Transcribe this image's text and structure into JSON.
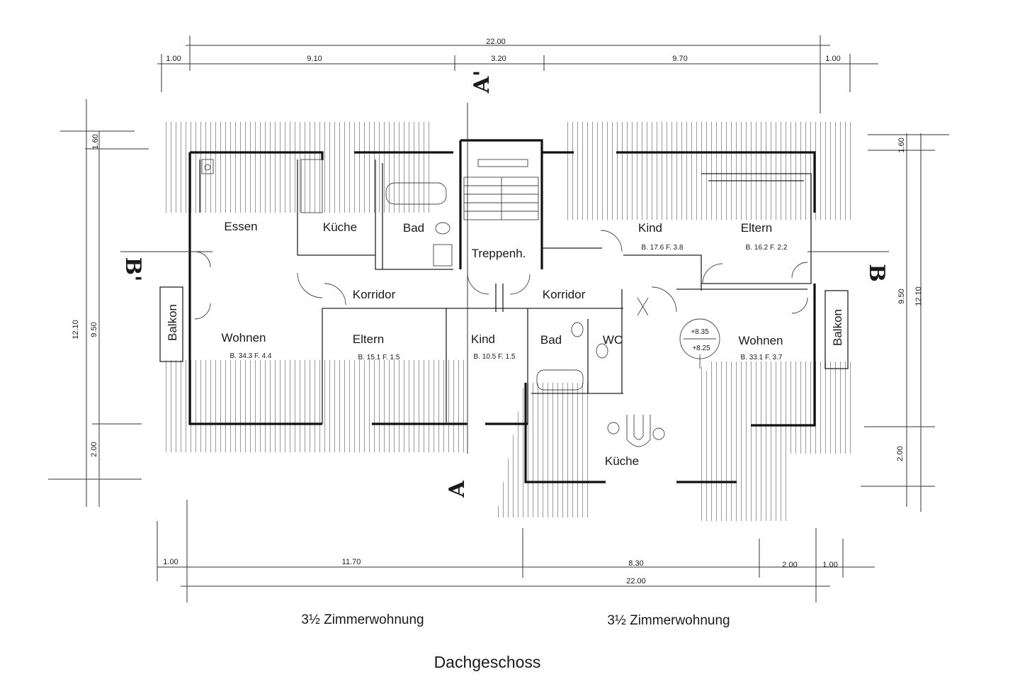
{
  "colors": {
    "ink": "#111111",
    "paper": "#ffffff",
    "hatch": "#9a9a9a"
  },
  "dimensions": {
    "top_total": "22.00",
    "top": [
      "1.00",
      "9.10",
      "3.20",
      "9.70",
      "1.00"
    ],
    "bottom_total": "22.00",
    "bottom": [
      "1.00",
      "11.70",
      "8.30",
      "2.00",
      "1.00"
    ],
    "left": [
      "1.60",
      "12.10",
      "9.50",
      "2.00"
    ],
    "right": [
      "1.60",
      "9.50",
      "12.10",
      "2.00"
    ]
  },
  "rooms": {
    "essen": "Essen",
    "kueche_left": "Küche",
    "bad_left": "Bad",
    "treppenhaus": "Treppenh.",
    "kind_right": "Kind",
    "kind_right_sub": "B. 17.6  F. 3.8",
    "eltern_right": "Eltern",
    "eltern_right_sub": "B. 16.2  F. 2.2",
    "korridor_left": "Korridor",
    "korridor_right": "Korridor",
    "balkon_left": "Balkon",
    "balkon_right": "Balkon",
    "wohnen_left": "Wohnen",
    "wohnen_left_sub": "B. 34.3  F. 4.4",
    "eltern_left": "Eltern",
    "eltern_left_sub": "B. 15.1  F. 1.5",
    "kind_left": "Kind",
    "kind_left_sub": "B. 10.5  F. 1.5",
    "bad_right": "Bad",
    "wc": "WC",
    "wohnen_right": "Wohnen",
    "wohnen_right_sub": "B. 33.1  F. 3.7",
    "kueche_right": "Küche",
    "level_1": "+8.35",
    "level_2": "+8.25"
  },
  "sections": {
    "a_top": "A'",
    "a_bottom": "A",
    "b_left": "B'",
    "b_right": "B"
  },
  "captions": {
    "left_unit": "3½  Zimmerwohnung",
    "right_unit": "3½  Zimmerwohnung",
    "title": "Dachgeschoss"
  }
}
